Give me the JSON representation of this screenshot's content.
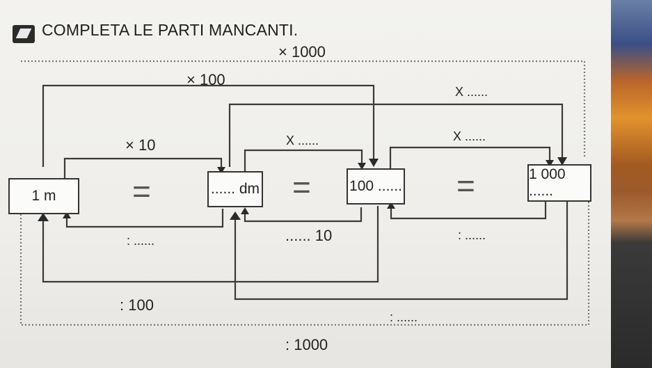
{
  "instruction": "COMPLETA LE PARTI MANCANTI.",
  "top_operators": {
    "x1000": "× 1000",
    "x100": "× 100",
    "x_blank_outer": "X ......",
    "x10": "× 10",
    "x_blank_mid": "X ......",
    "x_blank_right": "X ......"
  },
  "units": {
    "m": "1 m",
    "dm": "...... dm",
    "cm": "100 ......",
    "mm": "1 000 ......"
  },
  "equals_sign": "=",
  "bottom_operators": {
    "div_blank_left": ": ......",
    "blank_10": "...... 10",
    "div_blank_right": ": ......",
    "div100": ": 100",
    "div_blank_outer": ": ......",
    "div1000": ": 1000"
  },
  "colors": {
    "line": "#3a3a3a",
    "dotted": "#777777",
    "paper": "#f1f0ec"
  }
}
